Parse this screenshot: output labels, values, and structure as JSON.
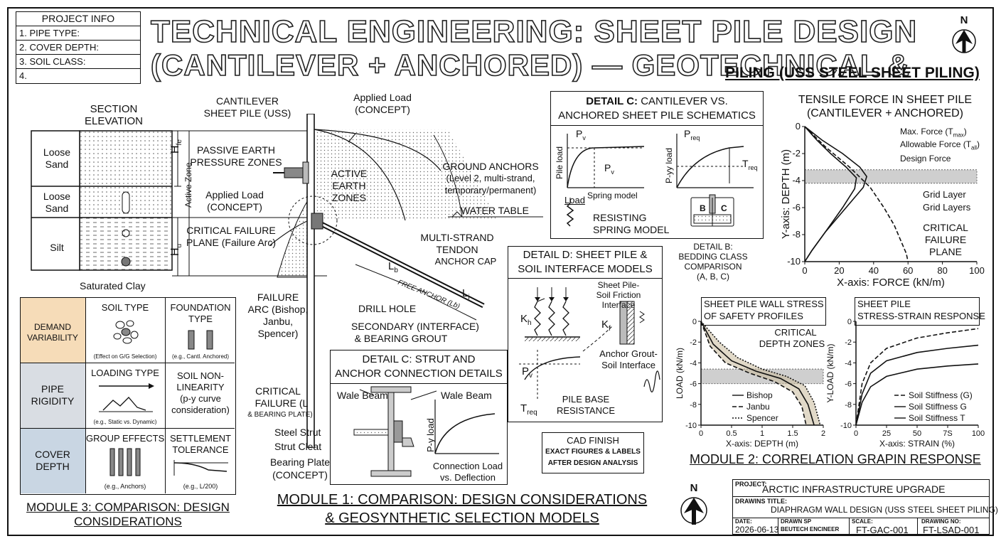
{
  "project_info": {
    "heading": "PROJECT INFO",
    "rows": [
      "1. PIPE TYPE:",
      "2. COVER DEPTH:",
      "3. SOIL CLASS:",
      "4."
    ]
  },
  "title": {
    "line1": "TECHNICAL ENGINEERING: SHEET PILE DESIGN",
    "line2": "(CANTILEVER + ANCHORED) — GEOTECHNICAL &",
    "line2_tail": "PILING (USS STEEL SHEET PILING)"
  },
  "north_label": "N",
  "section": {
    "heading": [
      "SECTION",
      "ELEVATION"
    ],
    "layers": [
      "Loose Sand",
      "Loose Sand",
      "Silt"
    ],
    "bottom": "Saturated Clay",
    "dim_top": "H",
    "dim_top_sub": "fe",
    "dim_bottom": "H",
    "dim_bottom_sub": "u",
    "active_zone": "Active Zone"
  },
  "main_labels": {
    "cantilever": [
      "CANTILEVER",
      "SHEET PILE (USS)"
    ],
    "applied_load_top": [
      "Applied Load",
      "(CONCEPT)"
    ],
    "passive": [
      "PASSIVE EARTH",
      "PRESSURE ZONES"
    ],
    "applied_load_mid": [
      "Applied Load",
      "(CONCEPT)"
    ],
    "active_earth": [
      "ACTIVE",
      "EARTH",
      "ZONES"
    ],
    "ground_anchors": [
      "GROUND ANCHORS",
      "(Level 2, multi-strand,",
      "temporary/permanent)"
    ],
    "water_table": "WATER TABLE",
    "critical_plane": [
      "CRITICAL FAILURE",
      "PLANE (Failure Arc)"
    ],
    "tendon": [
      "MULTI-STRAND",
      "TENDON",
      "ANCHOR CAP"
    ],
    "lb": "L",
    "lb_sub": "b",
    "li": "L",
    "li_sub": "i",
    "free_anchor": "FREE ANCHOR (Lb)",
    "failure_arc": [
      "FAILURE",
      "ARC (Bishop,",
      "Janbu,",
      "Spencer)"
    ],
    "drill_hole": "DRILL HOLE",
    "secondary": [
      "SECONDARY (INTERFACE)",
      "& BEARING GROUT"
    ],
    "critical_failure": [
      "CRITICAL",
      "FAILURE (L",
      "& BEARING PLATE)"
    ]
  },
  "detail_c1": {
    "heading_bold": "DETAIL C:",
    "heading_rest": "CANTILEVER VS.",
    "heading_line2": "ANCHORED SHEET PILE SCHEMATICS",
    "pv": "P",
    "pv_sub": "v",
    "pile_load": "Pile load",
    "spring_model": "Spring model",
    "preq": "P",
    "preq_sub": "req",
    "pyy_load": "P-yy load",
    "treq": "T",
    "treq_sub": "req",
    "load": "Load",
    "resisting": [
      "RESISTING",
      "SPRING MODEL"
    ],
    "bedding_b": "B",
    "bedding_c": "C",
    "detail_b": [
      "DETAIL B:",
      "BEDDING CLASS",
      "COMPARISON",
      "(A, B, C)"
    ]
  },
  "tensile": {
    "title": [
      "TENSILE FORCE IN SHEET PILE",
      "(CANTILEVER + ANCHORED)"
    ],
    "xlabel": "X-axis: FORCE (kN/m)",
    "ylabel": "Y-axis: DEPTH (m)",
    "annotations": [
      "Max. Force (T",
      "Allowable Force (T",
      "Design Force",
      "Grid Layer",
      "Grid Layers",
      "CRITICAL",
      "FAILURE",
      "PLANE"
    ],
    "sub_max": "max",
    "sub_all": "all"
  },
  "detail_d": {
    "heading": [
      "DETAIL D: SHEET PILE &",
      "SOIL INTERFACE MODELS"
    ],
    "friction": [
      "Sheet Pile-",
      "Soil Friction",
      "Interface"
    ],
    "kh": "K",
    "kh_sub": "h",
    "kf": "K",
    "kf_sub": "f",
    "grout": [
      "Anchor Grout-",
      "Soil Interface"
    ],
    "pv": "P",
    "pv_sub": "v",
    "treq": "T",
    "treq_sub": "req",
    "base": [
      "PILE BASE",
      "RESISTANCE"
    ]
  },
  "detail_c2": {
    "heading": [
      "DETAIL C: STRUT AND",
      "ANCHOR CONNECTION DETAILS"
    ],
    "wale1": "Wale Beam",
    "wale2": "Wale Beam",
    "strut": "Steel Strut",
    "cleat": "Strut Cleat",
    "bearing": [
      "Bearing Plate",
      "(CONCEPT)"
    ],
    "pyload": "P-y load",
    "conn": [
      "Connection Load",
      "vs. Deflection"
    ]
  },
  "cad_finish": [
    "CAD FINISH",
    "EXACT FIGURES & LABELS",
    "AFTER DESIGN ANALYSIS"
  ],
  "module1": [
    "MODULE 1: COMPARISON: DESIGN CONSIDERATIONS",
    "& GEOSYNTHETIC SELECTION MODELS"
  ],
  "module3": {
    "rows": [
      {
        "label": [
          "DEMAND",
          "VARIABILITY"
        ],
        "color": "#f6dcb8",
        "cells": [
          {
            "title": [
              "SOIL TYPE"
            ],
            "note": "(Effect on G/G Selection)"
          },
          {
            "title": [
              "FOUNDATION",
              "TYPE"
            ],
            "note": "(e.g., Cantl. Anchored)"
          }
        ]
      },
      {
        "label": [
          "PIPE",
          "RIGIDITY"
        ],
        "color": "#d9dde3",
        "cells": [
          {
            "title": [
              "LOADING TYPE"
            ],
            "note": "(e.g., Static vs. Dynamic)"
          },
          {
            "title": [
              "SOIL NON-",
              "LINEARITY",
              "(p-y curve",
              "consideration)"
            ],
            "note": ""
          }
        ]
      },
      {
        "label": [
          "COVER",
          "DEPTH"
        ],
        "color": "#c9d6e3",
        "cells": [
          {
            "title": [
              "GROUP EFFECTS"
            ],
            "note": "(e.g., Anchors)"
          },
          {
            "title": [
              "SETTLEMENT",
              "TOLERANCE"
            ],
            "note": "(e.g., L/200)"
          }
        ]
      }
    ],
    "caption": [
      "MODULE 3: COMPARISON: DESIGN",
      "CONSIDERATIONS"
    ]
  },
  "wall_stress": {
    "title": [
      "SHEET PILE WALL STRESS",
      "OF SAFETY PROFILES"
    ],
    "critical": [
      "CRITICAL",
      "DEPTH ZONES"
    ],
    "xlabel": "X-axis: DEPTH (m)",
    "ylabel": "LOAD (kN/m)",
    "legend": [
      "Bishop",
      "Janbu",
      "Spencer"
    ]
  },
  "stress_strain": {
    "title": [
      "SHEET PILE",
      "STRESS-STRAIN RESPONSE"
    ],
    "xlabel": "X-axis: STRAIN (%)",
    "ylabel": "Y-LOAD (kN/m)",
    "legend": [
      "Soil Stiffness (G)",
      "Soil Stiffness G",
      "Soil Stiffness T"
    ]
  },
  "module2": "MODULE 2: CORRELATION GRAPIN RESPONSE",
  "title_block": {
    "project_label": "PROJECT:",
    "project": "ARCTIC INFRASTRUCTURE UPGRADE",
    "drawing_label": "DRAWINS TITLE:",
    "drawing": "DIAPHRAGM WALL DESIGN (USS STEEL SHEET PILING)",
    "date_label": "DATE:",
    "date": "2026-06-13",
    "drawn_label": "DRAWN SP",
    "drawn": "BEUTECH ENCINEER",
    "scale_label": "SCALE:",
    "scale": "FT-GAC-001",
    "drawing_no_label": "DRAWING NO:",
    "drawing_no": "FT-LSAD-001"
  },
  "chart_data": [
    {
      "type": "line",
      "title": "TENSILE FORCE IN SHEET PILE (CANTILEVER + ANCHORED)",
      "xlabel": "X-axis: FORCE (kN/m)",
      "ylabel": "Y-axis: DEPTH (m)",
      "xlim": [
        0,
        100
      ],
      "ylim": [
        -10,
        0
      ],
      "xticks": [
        0,
        20,
        40,
        60,
        80,
        100
      ],
      "yticks": [
        0,
        -2,
        -4,
        -6,
        -8,
        -10
      ],
      "band": [
        -4.2,
        -3.2
      ],
      "series": [
        {
          "name": "Max. Force",
          "style": "solid",
          "x": [
            0,
            10,
            22,
            32,
            36,
            34,
            24,
            12,
            4,
            0
          ],
          "y": [
            0,
            -1,
            -2,
            -3,
            -3.7,
            -4.5,
            -6,
            -7.8,
            -9.2,
            -10
          ]
        },
        {
          "name": "Allowable Force",
          "style": "solid",
          "x": [
            0,
            7,
            15,
            24,
            30,
            29,
            22,
            12,
            4,
            0
          ],
          "y": [
            0,
            -1,
            -2,
            -3,
            -3.8,
            -4.6,
            -6,
            -7.8,
            -9.2,
            -10
          ]
        },
        {
          "name": "Design Force",
          "style": "dashed",
          "x": [
            0,
            12,
            26,
            38,
            46,
            52,
            56,
            59,
            60
          ],
          "y": [
            0,
            -1.5,
            -3,
            -4.5,
            -6,
            -7.3,
            -8.5,
            -9.4,
            -10
          ]
        }
      ]
    },
    {
      "type": "line",
      "title": "SHEET PILE WALL STRESS OF SAFETY PROFILES",
      "xlabel": "X-axis: DEPTH (m)",
      "ylabel": "LOAD (kN/m)",
      "xlim": [
        0,
        2
      ],
      "ylim": [
        -10,
        0
      ],
      "xticks": [
        0,
        0.5,
        1,
        1.5,
        2
      ],
      "xticklabels": [
        "0",
        "0.5",
        "1",
        "1.5",
        "2"
      ],
      "yticks": [
        0,
        -2,
        -4,
        -6,
        -8,
        -10
      ],
      "band": [
        -6,
        -4.6
      ],
      "series": [
        {
          "name": "Bishop",
          "style": "solid",
          "x": [
            0,
            0.2,
            0.5,
            0.9,
            1.3,
            1.6,
            1.75,
            1.85
          ],
          "y": [
            0,
            -2.2,
            -3.8,
            -4.8,
            -5.5,
            -6.5,
            -8,
            -10
          ]
        },
        {
          "name": "Janbu",
          "style": "dashed",
          "x": [
            0,
            0.15,
            0.4,
            0.8,
            1.2,
            1.5,
            1.65,
            1.72
          ],
          "y": [
            0,
            -2.4,
            -4.0,
            -5.0,
            -5.8,
            -6.8,
            -8.2,
            -10
          ]
        },
        {
          "name": "Spencer",
          "style": "dotted",
          "x": [
            0,
            0.3,
            0.6,
            1.0,
            1.4,
            1.7,
            1.85,
            1.95
          ],
          "y": [
            0,
            -2.0,
            -3.5,
            -4.6,
            -5.3,
            -6.2,
            -7.8,
            -10
          ]
        }
      ]
    },
    {
      "type": "line",
      "title": "SHEET PILE STRESS-STRAIN RESPONSE",
      "xlabel": "X-axis: STRAIN (%)",
      "ylabel": "Y-LOAD (kN/m)",
      "xlim": [
        0,
        100
      ],
      "ylim": [
        -10,
        0
      ],
      "xticks": [
        0,
        25,
        50,
        75,
        100
      ],
      "xticklabels": [
        "0",
        "25",
        "50",
        "7S",
        "100"
      ],
      "yticks": [
        0,
        -2,
        -4,
        -6,
        -8,
        -10
      ],
      "series": [
        {
          "name": "Soil Stiffness (G)",
          "style": "dashed",
          "x": [
            0,
            5,
            12,
            25,
            50,
            75,
            100
          ],
          "y": [
            -10,
            -6,
            -4,
            -2.6,
            -1.6,
            -1.1,
            -0.7
          ]
        },
        {
          "name": "Soil Stiffness G",
          "style": "solid",
          "x": [
            0,
            5,
            12,
            25,
            50,
            75,
            100
          ],
          "y": [
            -10,
            -7,
            -5,
            -3.8,
            -3.0,
            -2.6,
            -2.3
          ]
        },
        {
          "name": "Soil Stiffness T",
          "style": "solid",
          "x": [
            0,
            5,
            12,
            25,
            50,
            75,
            100
          ],
          "y": [
            -10,
            -7.8,
            -6.3,
            -5.3,
            -4.6,
            -4.3,
            -4.1
          ]
        }
      ]
    }
  ]
}
